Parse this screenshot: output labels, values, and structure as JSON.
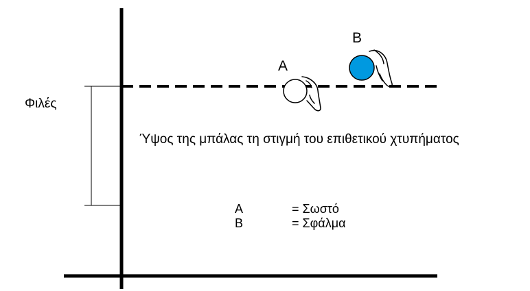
{
  "net_label": "Φιλές",
  "caption": "Ύψος της μπάλας τη στιγμή του επιθετικού χτυπήματος",
  "ball_a": {
    "label": "A",
    "color": "#ffffff"
  },
  "ball_b": {
    "label": "B",
    "color": "#0099e0"
  },
  "legend": [
    {
      "key": "A",
      "value": "= Σωστό"
    },
    {
      "key": "B",
      "value": "= Σφάλμα"
    }
  ]
}
